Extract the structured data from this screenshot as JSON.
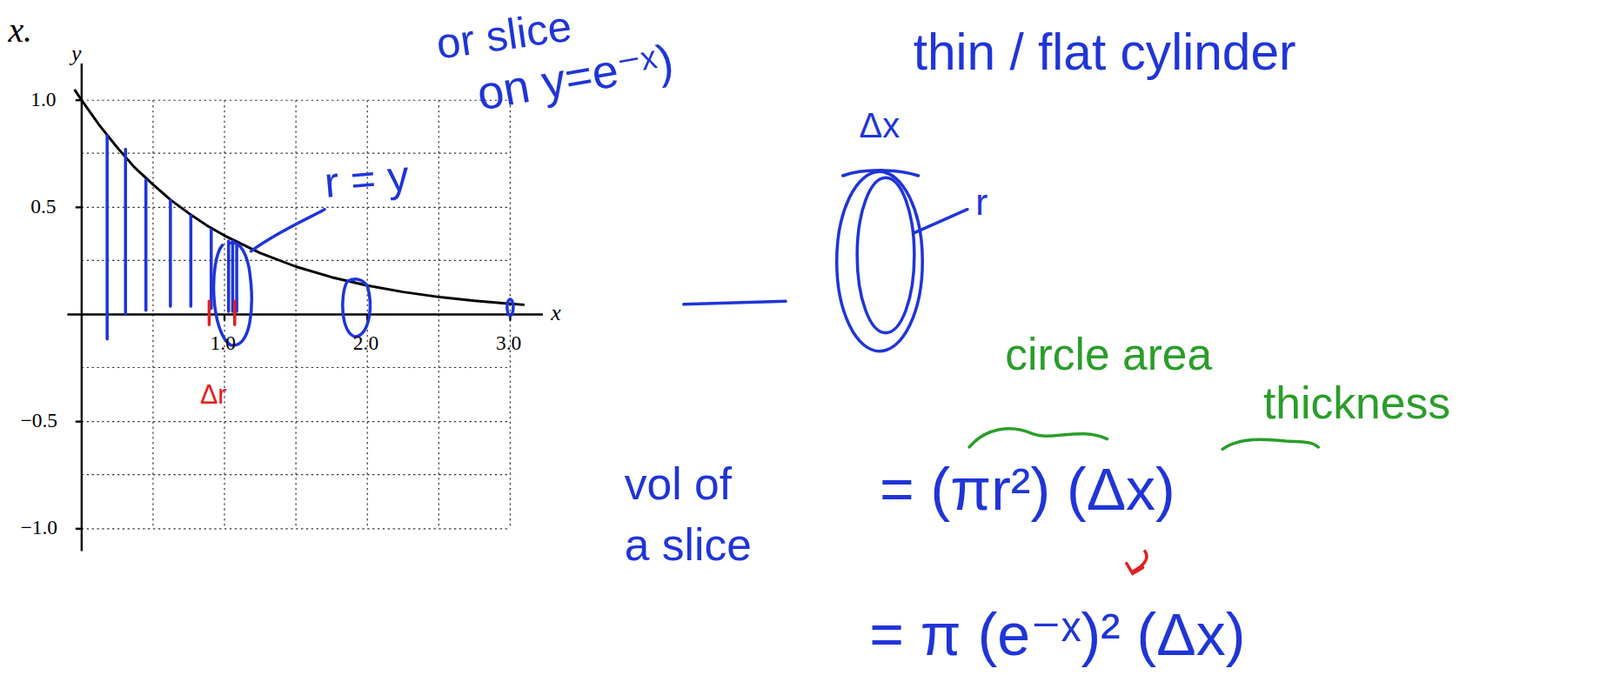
{
  "diagram": {
    "labels": [
      "x.",
      "y",
      "1.0",
      "0.5",
      "−0.5",
      "−1.0",
      "1.0",
      "2.0",
      "3.0",
      "x",
      "or slice",
      "on y=e⁻ˣ)",
      "r = y",
      "Δr",
      "thin / flat cylinder",
      "Δx",
      "r",
      "circle area",
      "thickness",
      "vol of a slice",
      "= (πr²) (Δx)",
      "= π (e⁻ˣ)² (Δx)"
    ]
  }
}
